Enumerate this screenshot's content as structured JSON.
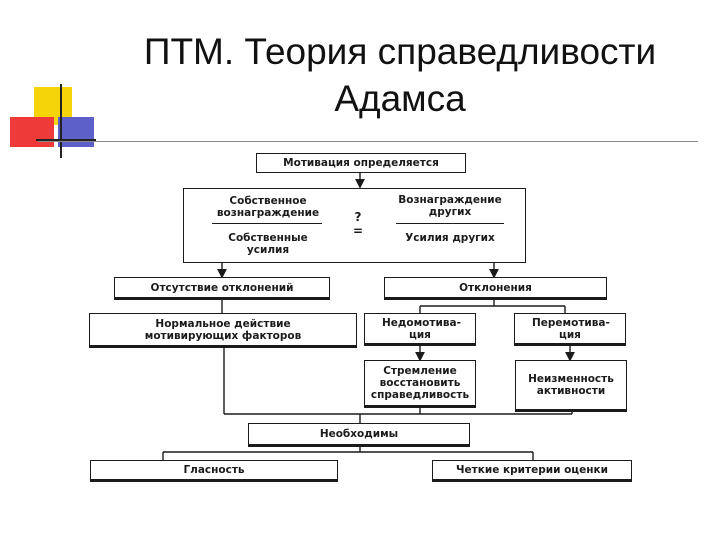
{
  "slide": {
    "title_line1": "ПТМ. Теория справедливости",
    "title_line2": "Адамса"
  },
  "diagram": {
    "top": "Мотивация определяется",
    "ratio": {
      "left_num": "Собственное вознаграждение",
      "left_den": "Собственные усилия",
      "op_q": "?",
      "op_eq": "=",
      "right_num": "Вознаграждение других",
      "right_den": "Усилия других"
    },
    "no_deviation": "Отсутствие отклонений",
    "deviations": "Отклонения",
    "normal_action": "Нормальное действие мотивирующих факторов",
    "under_motivation": "Недомотива-ция",
    "over_motivation": "Перемотива-ция",
    "restore_justice": "Стремление восстановить справедливость",
    "unchanged_activity": "Неизменность активности",
    "needed": "Необходимы",
    "publicity": "Гласность",
    "criteria": "Четкие критерии оценки"
  }
}
